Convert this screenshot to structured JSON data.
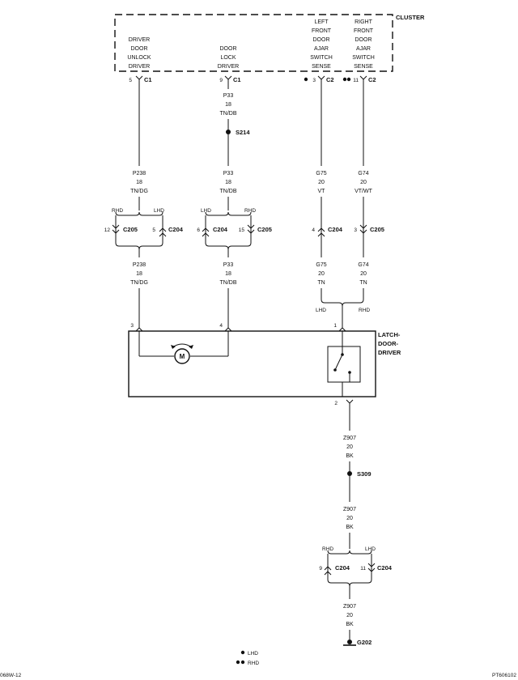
{
  "cluster": {
    "title": "CLUSTER",
    "pins": [
      {
        "lines": [
          "DRIVER",
          "DOOR",
          "UNLOCK",
          "DRIVER"
        ],
        "cavity": "5",
        "connector": "C1"
      },
      {
        "lines": [
          "DOOR",
          "LOCK",
          "DRIVER"
        ],
        "cavity": "9",
        "connector": "C1"
      },
      {
        "lines": [
          "LEFT",
          "FRONT",
          "DOOR",
          "AJAR",
          "SWITCH",
          "SENSE"
        ],
        "cavity": "3",
        "connector": "C2"
      },
      {
        "lines": [
          "RIGHT",
          "FRONT",
          "DOOR",
          "AJAR",
          "SWITCH",
          "SENSE"
        ],
        "cavity": "11",
        "connector": "C2"
      }
    ]
  },
  "wires": {
    "w1_upper": [
      "P238",
      "18",
      "TN/DG"
    ],
    "w1_lower": [
      "P238",
      "18",
      "TN/DG"
    ],
    "w2_top": [
      "P33",
      "18",
      "TN/DB"
    ],
    "w2_upper": [
      "P33",
      "18",
      "TN/DB"
    ],
    "w2_lower": [
      "P33",
      "18",
      "TN/DB"
    ],
    "w3_upper": [
      "G75",
      "20",
      "VT"
    ],
    "w3_lower": [
      "G75",
      "20",
      "TN"
    ],
    "w4_upper": [
      "G74",
      "20",
      "VT/WT"
    ],
    "w4_lower": [
      "G74",
      "20",
      "TN"
    ],
    "ground_1": [
      "Z907",
      "20",
      "BK"
    ],
    "ground_2": [
      "Z907",
      "20",
      "BK"
    ],
    "ground_3": [
      "Z907",
      "20",
      "BK"
    ]
  },
  "splices": {
    "s214": "S214",
    "s309": "S309"
  },
  "connectors": {
    "c1_left": {
      "cavity": "12",
      "name": "C205"
    },
    "c1_right": {
      "cavity": "5",
      "name": "C204"
    },
    "c2_left": {
      "cavity": "6",
      "name": "C204"
    },
    "c2_right": {
      "cavity": "15",
      "name": "C205"
    },
    "c3": {
      "cavity": "4",
      "name": "C204"
    },
    "c4": {
      "cavity": "3",
      "name": "C205"
    },
    "g_left": {
      "cavity": "9",
      "name": "C204"
    },
    "g_right": {
      "cavity": "11",
      "name": "C204"
    }
  },
  "branches": {
    "rhd": "RHD",
    "lhd": "LHD"
  },
  "latch": {
    "title": [
      "LATCH-",
      "DOOR-",
      "DRIVER"
    ],
    "pin_3": "3",
    "pin_4": "4",
    "pin_1": "1",
    "pin_2": "2",
    "motor": "M"
  },
  "ground": "G202",
  "legend": {
    "lhd": "LHD",
    "rhd": "RHD"
  },
  "footer": {
    "left": "068W-12",
    "right": "PT606102"
  }
}
